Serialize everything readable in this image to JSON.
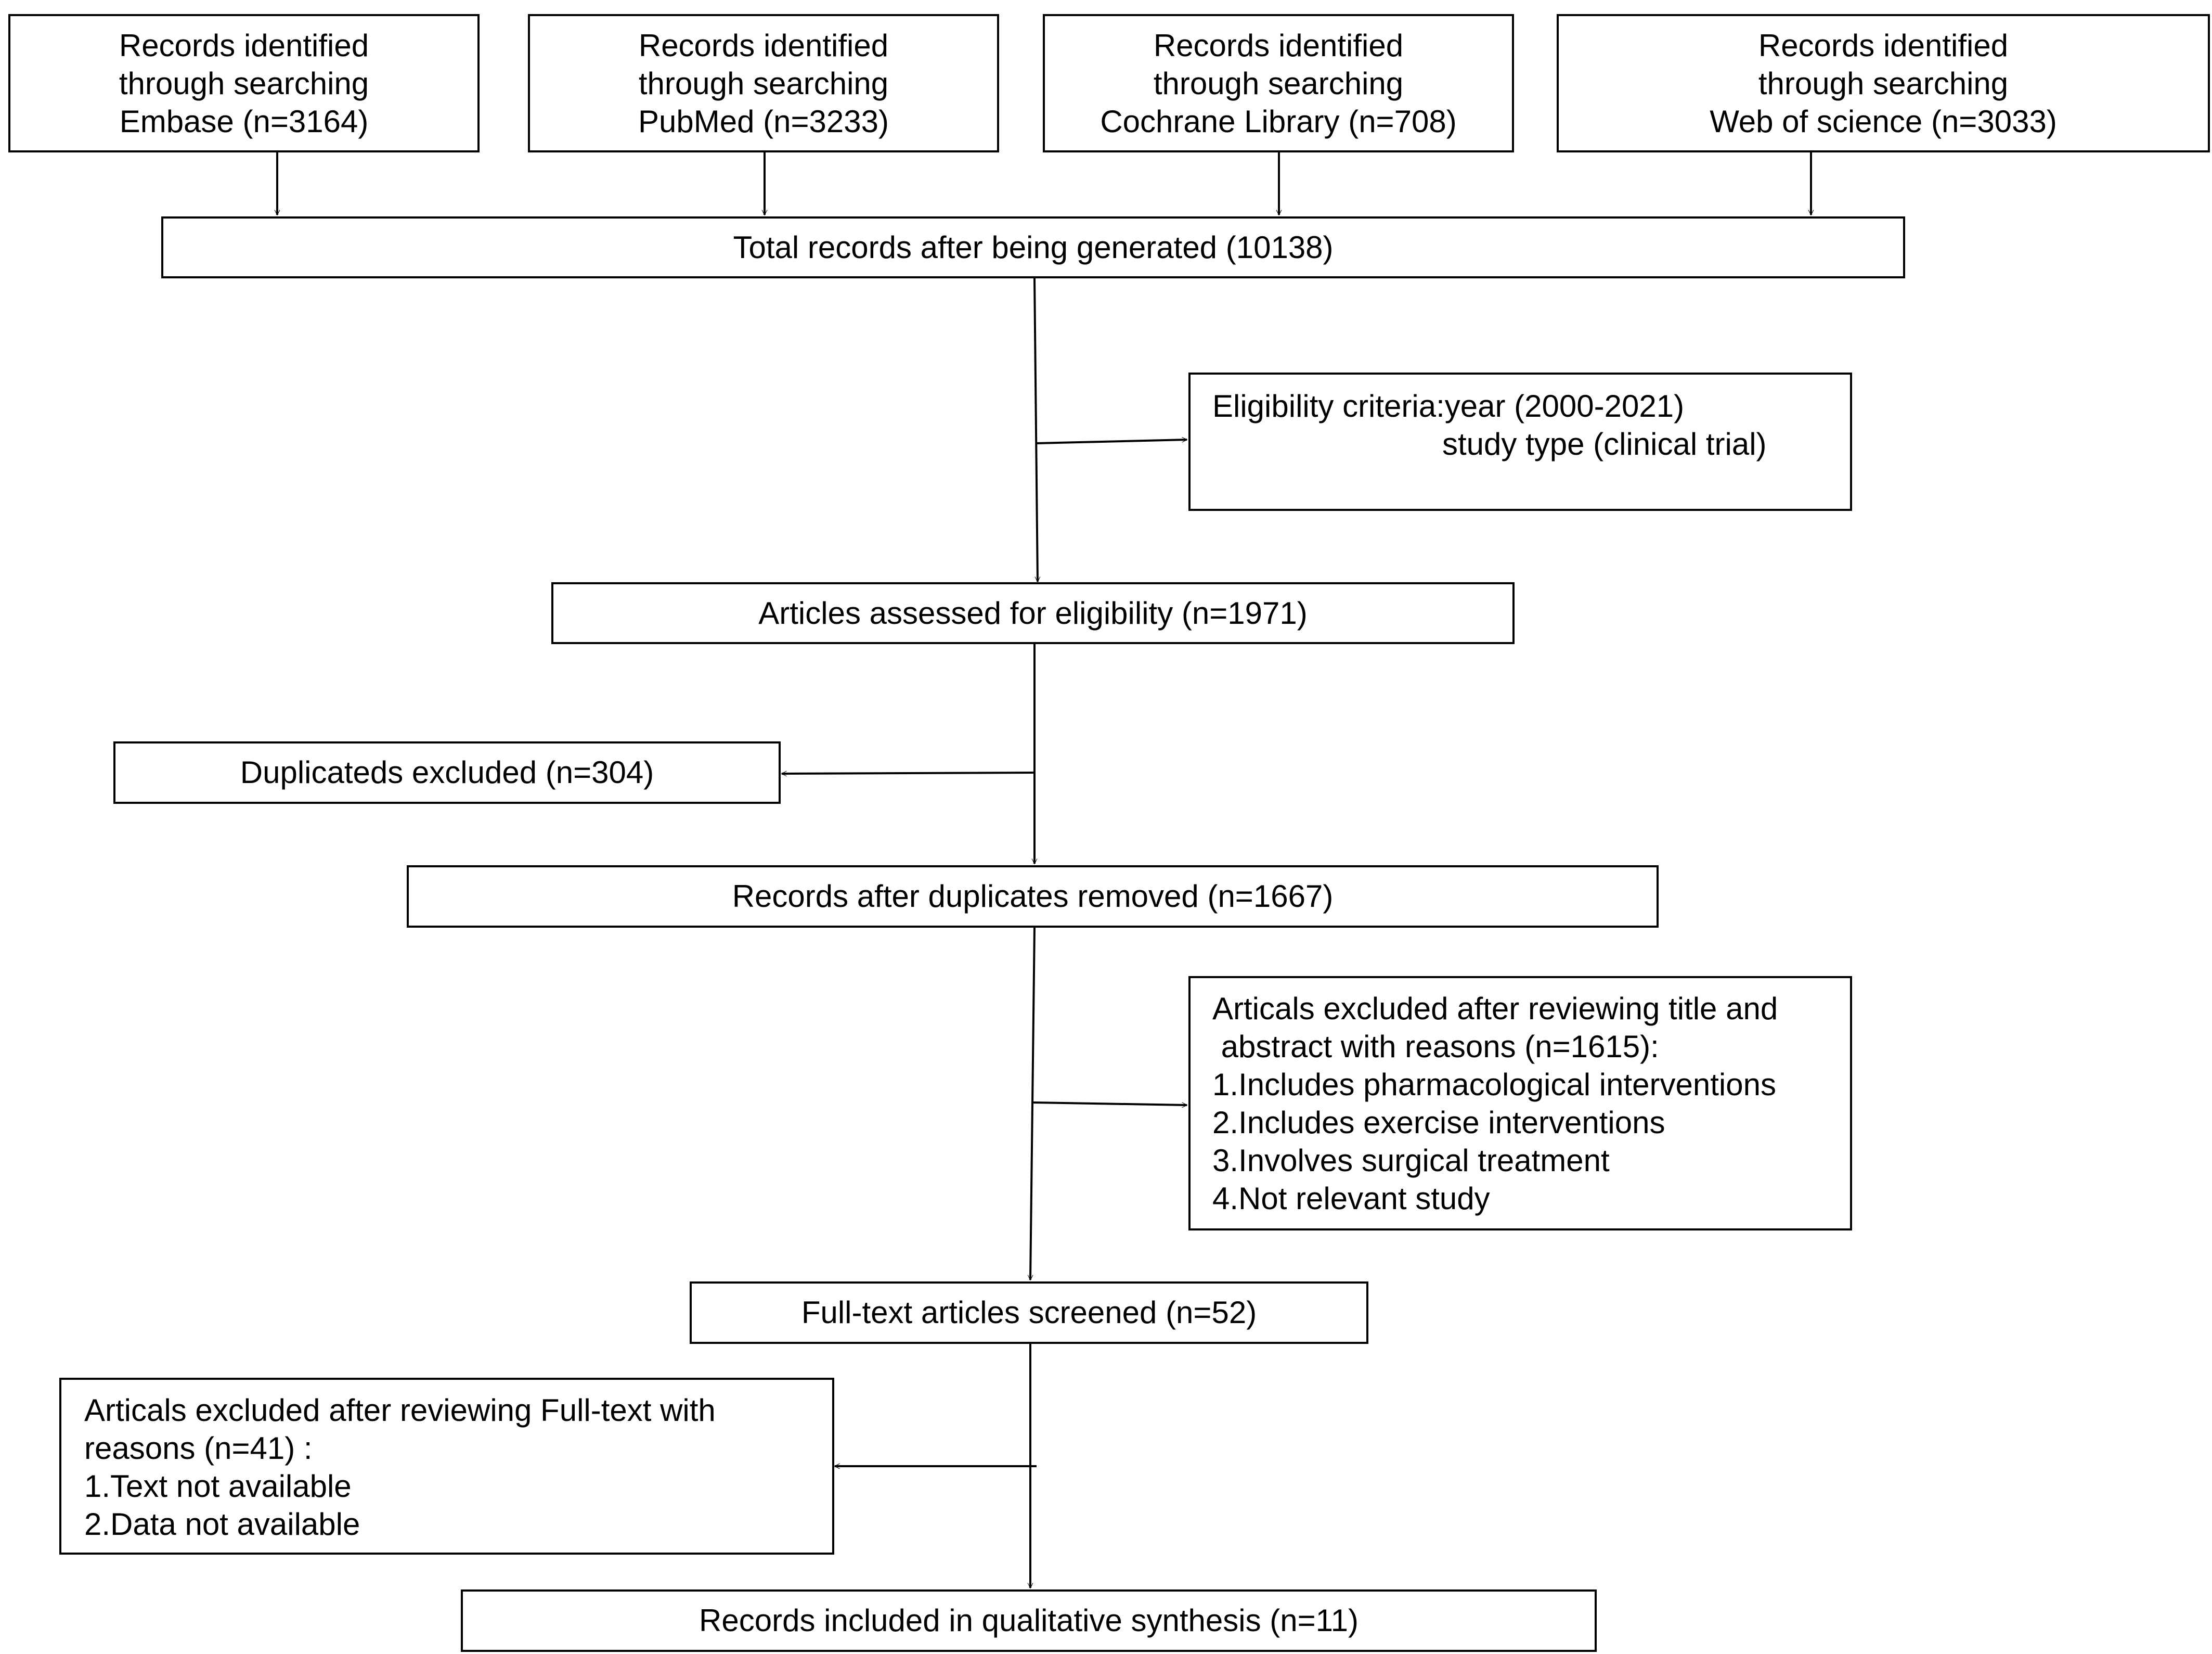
{
  "sources": [
    {
      "line1": "Records identified",
      "line2": "through searching",
      "line3": "Embase (n=3164)"
    },
    {
      "line1": "Records identified",
      "line2": "through searching",
      "line3": "PubMed (n=3233)"
    },
    {
      "line1": "Records identified",
      "line2": "through searching",
      "line3": "Cochrane Library (n=708)"
    },
    {
      "line1": "Records identified",
      "line2": "through searching",
      "line3": "Web of science (n=3033)"
    }
  ],
  "total": "Total records after being generated (10138)",
  "eligibility_criteria": {
    "line1": "Eligibility criteria:year (2000-2021)",
    "line2": "study type (clinical trial)"
  },
  "assessed": "Articles assessed for eligibility (n=1971)",
  "duplicates_excluded": "Duplicateds excluded (n=304)",
  "after_duplicates": "Records after duplicates removed (n=1667)",
  "title_abstract_exclusion": {
    "line1": "Articals excluded after reviewing title and",
    "line2": " abstract with reasons (n=1615):",
    "reasons": [
      "1.Includes pharmacological interventions",
      "2.Includes exercise interventions",
      "3.Involves surgical treatment",
      "4.Not relevant study"
    ]
  },
  "fulltext_screened": "Full-text articles screened (n=52)",
  "fulltext_exclusion": {
    "line1": "Articals excluded after reviewing Full-text with",
    "line2": "reasons (n=41) :",
    "reasons": [
      "1.Text not available",
      "2.Data not available"
    ]
  },
  "included": "Records included in qualitative synthesis (n=11)"
}
